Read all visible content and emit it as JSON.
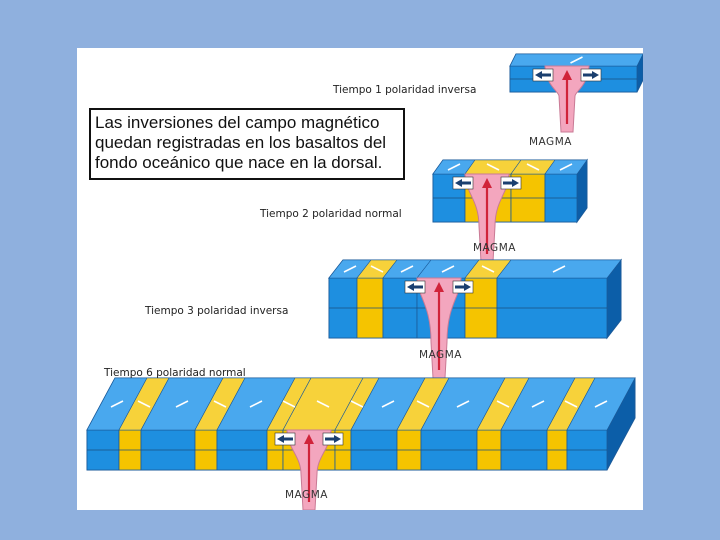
{
  "caption": "Las inversiones del campo magnético quedan registradas en los basaltos del fondo oceánico que nace en la dorsal.",
  "stages": [
    {
      "label": "Tiempo 1 polaridad inversa",
      "magma": "MAGMA"
    },
    {
      "label": "Tiempo 2  polaridad normal",
      "magma": "MAGMA"
    },
    {
      "label": "Tiempo 3  polaridad inversa",
      "magma": "MAGMA"
    },
    {
      "label": "Tiempo 6 polaridad normal",
      "magma": "MAGMA"
    }
  ],
  "colors": {
    "background": "#8fb0de",
    "normal_band": "#f5c400",
    "reverse_band": "#1e8fe0",
    "band_top": "#3aa0ec",
    "band_side": "#0f6fc4",
    "magma": "#f3a6be",
    "magma_arrow": "#d0233a"
  }
}
